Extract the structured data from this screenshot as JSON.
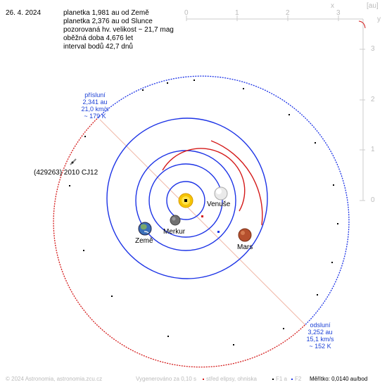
{
  "header": {
    "date": "26. 4. 2024",
    "info": [
      "planetka 1,981 au od Země",
      "planetka 2,376 au od Slunce",
      "pozorovaná hv. velikost ~ 21,7 mag",
      "oběžná doba 4,676 let",
      "interval bodů 42,7 dnů"
    ]
  },
  "axes": {
    "top_ticks": [
      "0",
      "1",
      "2",
      "3"
    ],
    "x_label": "x",
    "unit": "[au]",
    "right_ticks": [
      "3",
      "2",
      "1",
      "0"
    ],
    "y_label": "y"
  },
  "asteroid": {
    "name": "(429263) 2010 CJ12"
  },
  "perihelion": [
    "přísluní",
    "2,341 au",
    "21,0 km/s",
    "~ 179 K"
  ],
  "aphelion": [
    "odsluní",
    "3,252 au",
    "15,1 km/s",
    "~ 152 K"
  ],
  "bodies": {
    "venus": "Venuše",
    "mercury": "Merkur",
    "earth": "Země",
    "mars": "Mars"
  },
  "footer": {
    "copyright": "© 2024 Astronomia, astronomia.zcu.cz",
    "generated": "Vygenerováno za 0,10 s",
    "legend_center": "střed elipsy, ohniska",
    "legend_f1": "F1 a",
    "legend_f2": "F2",
    "scale": "Měřítko: 0,0140 au/bod"
  },
  "colors": {
    "orbit_planet": "#1c33e6",
    "orbit_asteroid_near": "#d41a1a",
    "orbit_asteroid_far": "#1c33e6",
    "apsides_line": "#f0b8a8",
    "grid": "#cccccc"
  }
}
